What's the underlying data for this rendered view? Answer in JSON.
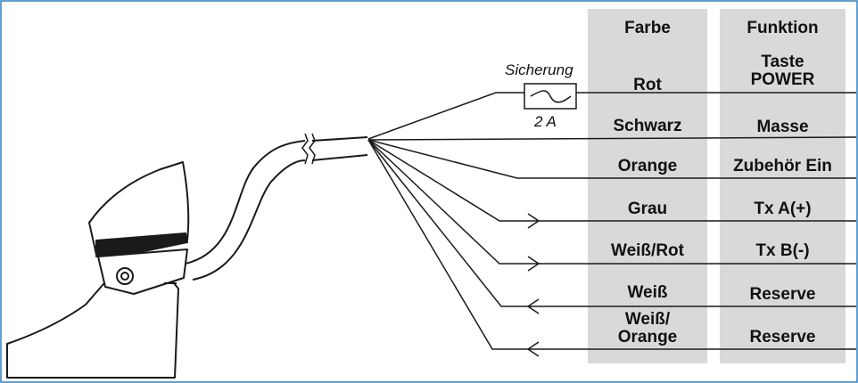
{
  "header": {
    "color": "Farbe",
    "function": "Funktion"
  },
  "fuse": {
    "label": "Sicherung",
    "rating": "2 A"
  },
  "wires": [
    {
      "color": "Rot",
      "function_line1": "Taste",
      "function_line2": "POWER",
      "direction": "none"
    },
    {
      "color": "Schwarz",
      "function_line1": "Masse",
      "direction": "none"
    },
    {
      "color": "Orange",
      "function_line1": "Zubehör Ein",
      "direction": "none"
    },
    {
      "color": "Grau",
      "function_line1": "Tx A(+)",
      "direction": "out"
    },
    {
      "color": "Weiß/Rot",
      "function_line1": "Tx B(-)",
      "direction": "out"
    },
    {
      "color": "Weiß",
      "function_line1": "Reserve",
      "direction": "in"
    },
    {
      "color_line1": "Weiß/",
      "color_line2": "Orange",
      "function_line1": "Reserve",
      "direction": "in"
    }
  ],
  "colors": {
    "border": "#2f7fc1",
    "column_fill": "#d9d9d9",
    "line": "#1a1a1a"
  }
}
